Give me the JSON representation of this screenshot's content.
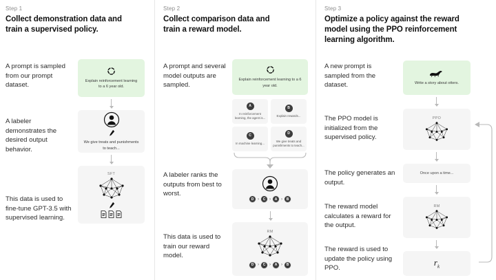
{
  "columns": [
    {
      "step_label": "Step 1",
      "title": "Collect demonstration data and train a supervised policy.",
      "narrations": [
        "A prompt is sampled from our prompt dataset.",
        "A labeler demonstrates the desired output behavior.",
        "This data is used to fine-tune GPT-3.5 with supervised learning."
      ],
      "prompt_card": {
        "icon": "refresh-icon",
        "text": "Explain reinforcement learning to a 6 year old."
      },
      "labeler_card": {
        "icon": "person-icon",
        "sub_icon": "pencil-icon",
        "text": "We give treats and punishments to teach..."
      },
      "model_card": {
        "title": "SFT",
        "icon": "neural-network-icon",
        "sub_icon": "pencil-icon",
        "docs_icon": "documents-icon"
      }
    },
    {
      "step_label": "Step 2",
      "title": "Collect comparison data and train a reward model.",
      "narrations": [
        "A prompt and several model outputs are sampled.",
        "A labeler ranks the outputs from best to worst.",
        "This data is used to train our reward model."
      ],
      "prompt_card": {
        "icon": "refresh-icon",
        "text": "Explain reinforcement learning to a 6 year old."
      },
      "candidates": [
        {
          "label": "A",
          "text": "In reinforcement learning, the agent is..."
        },
        {
          "label": "B",
          "text": "Explain rewards..."
        },
        {
          "label": "C",
          "text": "In machine learning..."
        },
        {
          "label": "D",
          "text": "We give treats and punishments to teach..."
        }
      ],
      "ranking_card": {
        "icon": "person-icon",
        "ranking": [
          "D",
          "C",
          "A",
          "B"
        ]
      },
      "reward_model_card": {
        "title": "RM",
        "icon": "neural-network-icon",
        "ranking": [
          "D",
          "C",
          "A",
          "B"
        ]
      }
    },
    {
      "step_label": "Step 3",
      "title": "Optimize a policy against the reward model using the PPO reinforcement learning algorithm.",
      "narrations": [
        "A new prompt is sampled from the dataset.",
        "The PPO model is initialized from the supervised policy.",
        "The policy generates an output.",
        "The reward model calculates a reward for the output.",
        "The reward is used to update the policy using PPO."
      ],
      "prompt_card": {
        "icon": "otter-icon",
        "text": "Write a story about otters."
      },
      "ppo_card": {
        "title": "PPO",
        "icon": "neural-network-icon"
      },
      "output_card": {
        "text": "Once upon a time..."
      },
      "rm_card": {
        "title": "RM",
        "icon": "neural-network-icon"
      },
      "reward_card": {
        "symbol": "r",
        "subscript": "k"
      }
    }
  ],
  "colors": {
    "prompt_green": "#e3f5e0",
    "card_gray": "#f5f5f5",
    "arrow_gray": "#b9b9b9",
    "text_dark": "#2b2b2b",
    "step_label_gray": "#8a8a8a"
  }
}
